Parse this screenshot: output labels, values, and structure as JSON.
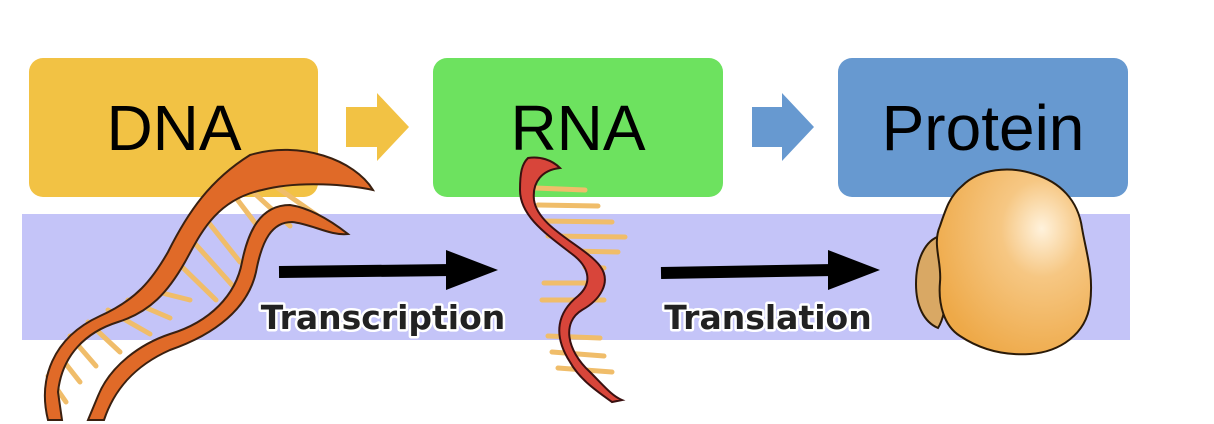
{
  "boxes": {
    "dna": {
      "label": "DNA",
      "color": "#f2c244"
    },
    "rna": {
      "label": "RNA",
      "color": "#6de25f"
    },
    "protein": {
      "label": "Protein",
      "color": "#6799d0"
    }
  },
  "band_color": "#c4c4f8",
  "connector_arrows": {
    "dna_to_rna_color": "#f2c244",
    "rna_to_protein_color": "#6799d0"
  },
  "processes": {
    "transcription": {
      "label": "Transcription"
    },
    "translation": {
      "label": "Translation"
    }
  },
  "illustrations": {
    "dna": {
      "icon": "dna-double-helix-icon",
      "backbone_color": "#e06a28",
      "rung_color": "#f0bd6a"
    },
    "rna": {
      "icon": "rna-strand-icon",
      "backbone_color": "#d8453a",
      "rung_color": "#f0bd6a"
    },
    "protein": {
      "icon": "protein-blob-icon",
      "fill_color": "#f2b65a",
      "shadow_color": "#d9a864"
    }
  }
}
